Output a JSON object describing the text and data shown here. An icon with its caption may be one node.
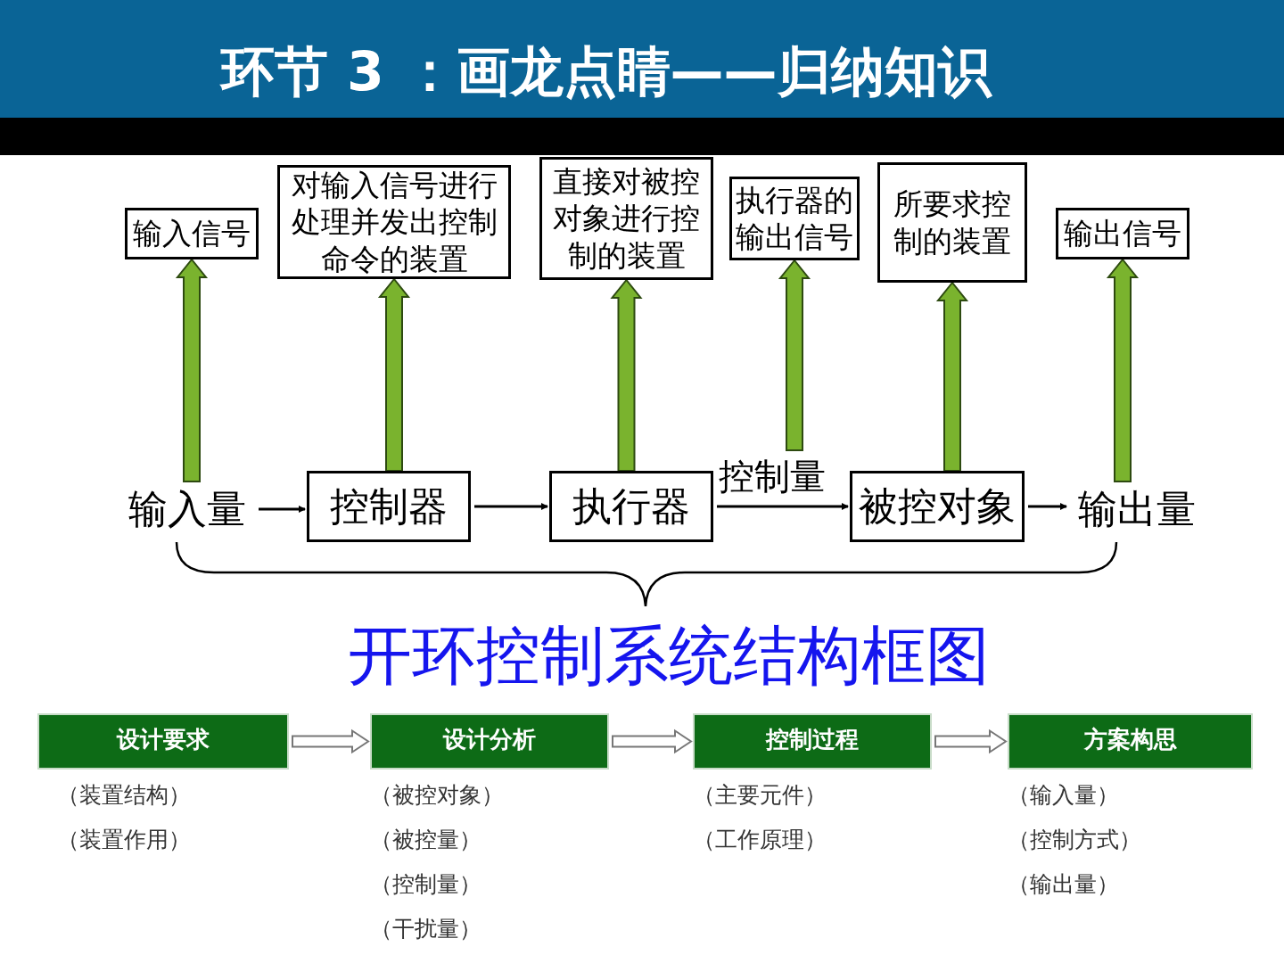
{
  "diagram": {
    "title": "环节 3 ：画龙点睛——归纳知识",
    "caption": "开环控制系统结构框图",
    "nodes": [
      {
        "text": [
          "输入信号"
        ]
      },
      {
        "text": [
          "对输入信号进行处理并发出控制命令的装置"
        ]
      },
      {
        "text": [
          "直接对被控对象进行控制的装置"
        ]
      },
      {
        "text": [
          "执行器的输出信号"
        ]
      },
      {
        "text": [
          "所要求控制的装置"
        ]
      },
      {
        "text": [
          "输出信号"
        ]
      },
      {
        "text": [
          "输入量"
        ]
      },
      {
        "text": [
          "控制器"
        ]
      },
      {
        "text": [
          "执行器"
        ]
      },
      {
        "text": [
          "被控对象"
        ]
      },
      {
        "text": [
          "输出量"
        ]
      },
      {
        "text": [
          "设计要求"
        ],
        "beside": [
          "（装置结构）",
          "（装置作用）"
        ]
      },
      {
        "text": [
          "设计分析"
        ],
        "beside": [
          "（被控对象）",
          "（被控量）",
          "（控制量）",
          "（干扰量）"
        ]
      },
      {
        "text": [
          "控制过程"
        ],
        "beside": [
          "（主要元件）",
          "（工作原理）"
        ]
      },
      {
        "text": [
          "方案构思"
        ],
        "beside": [
          "（输入量）",
          "（控制方式）",
          "（输出量）"
        ]
      }
    ],
    "edges": [
      {
        "from": 6,
        "to": 0,
        "arrow": "to",
        "style": "thick",
        "color": "#7ab32e"
      },
      {
        "from": 7,
        "to": 1,
        "arrow": "to",
        "style": "thick",
        "color": "#7ab32e"
      },
      {
        "from": 8,
        "to": 2,
        "arrow": "to",
        "style": "thick",
        "color": "#7ab32e"
      },
      {
        "from": null,
        "to": 3,
        "arrow": "to",
        "style": "thick",
        "color": "#7ab32e"
      },
      {
        "from": 9,
        "to": 4,
        "arrow": "to",
        "style": "thick",
        "color": "#7ab32e"
      },
      {
        "from": 10,
        "to": 5,
        "arrow": "to",
        "style": "thick",
        "color": "#7ab32e"
      },
      {
        "from": 6,
        "to": 7,
        "arrow": "to",
        "color": "#000000"
      },
      {
        "from": 7,
        "to": 8,
        "arrow": "to",
        "color": "#000000"
      },
      {
        "from": 8,
        "to": 9,
        "arrow": "to",
        "label": "控制量",
        "color": "#000000"
      },
      {
        "from": 9,
        "to": 10,
        "arrow": "to",
        "color": "#000000"
      },
      {
        "from": 11,
        "to": 12,
        "arrow": "to",
        "style": "thick",
        "color": "#ffffff"
      },
      {
        "from": 12,
        "to": 13,
        "arrow": "to",
        "style": "thick",
        "color": "#ffffff"
      },
      {
        "from": 13,
        "to": 14,
        "arrow": "to",
        "style": "thick",
        "color": "#ffffff"
      }
    ]
  }
}
